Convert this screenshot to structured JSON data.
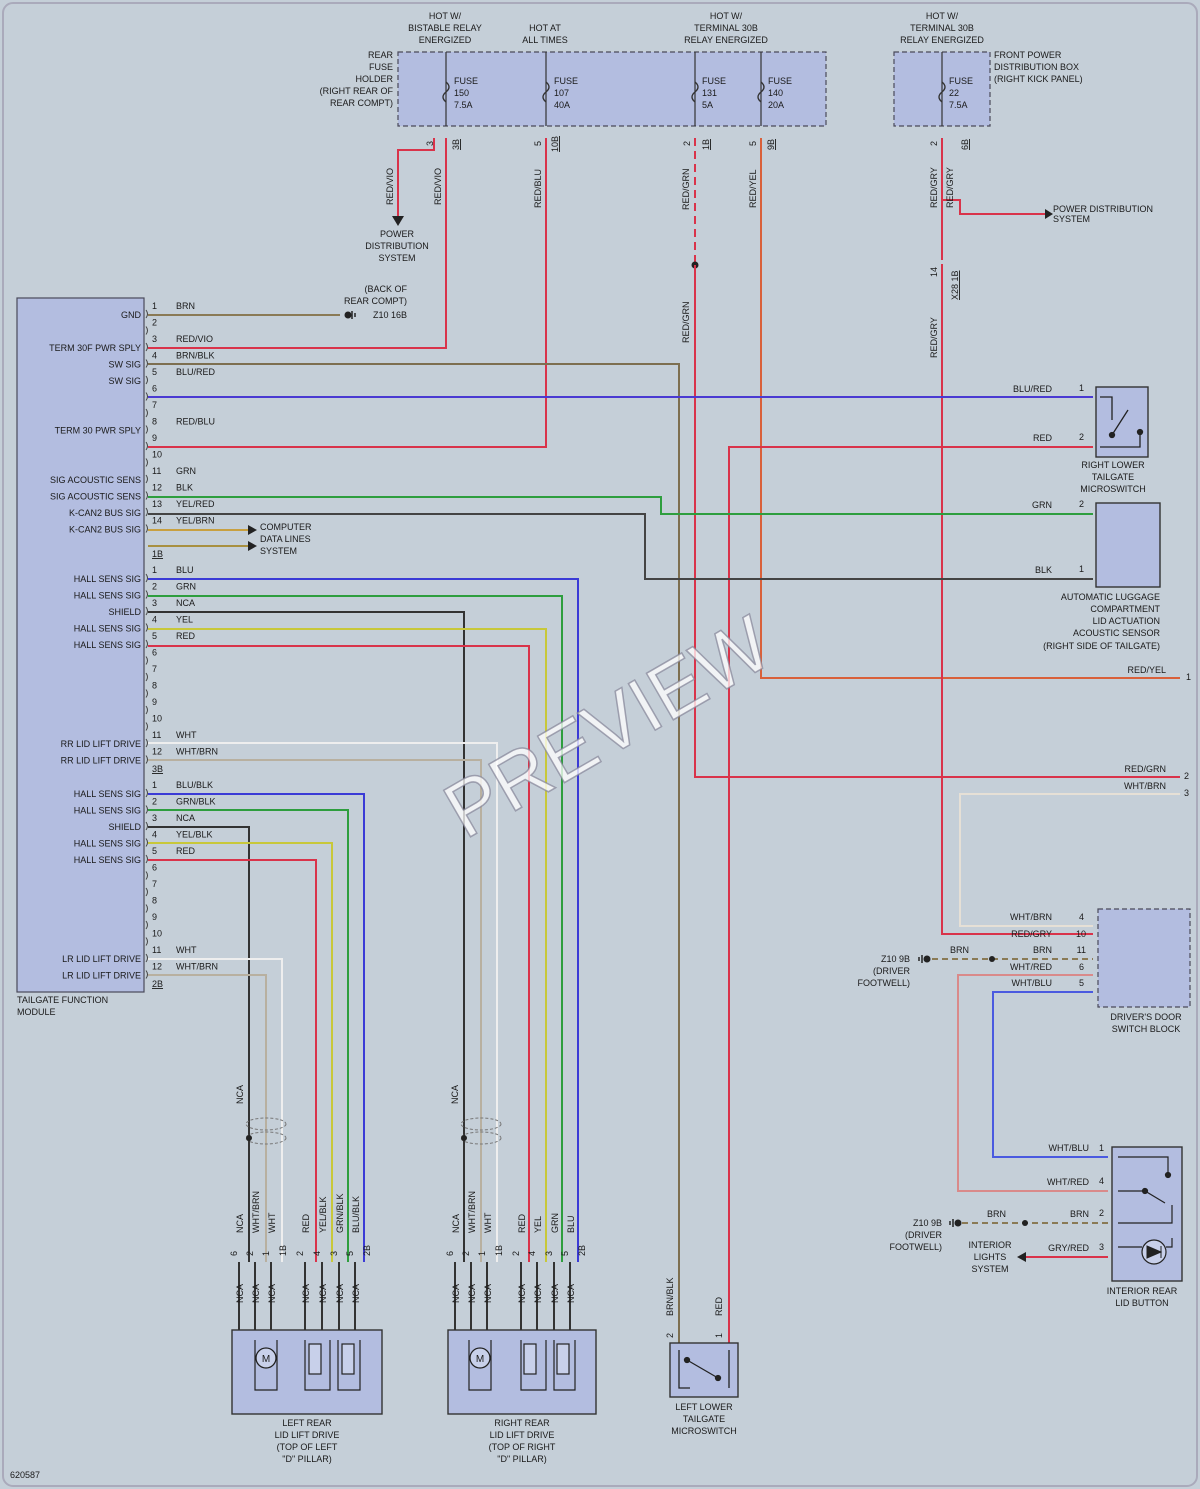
{
  "fuse_box": {
    "rear_holder_label": [
      "REAR",
      "FUSE",
      "HOLDER",
      "(RIGHT REAR OF",
      "REAR COMPT)"
    ],
    "front_box_label": [
      "FRONT POWER",
      "DISTRIBUTION BOX",
      "(RIGHT KICK PANEL)"
    ],
    "hot_labels": [
      [
        "HOT W/",
        "BISTABLE RELAY",
        "ENERGIZED"
      ],
      [
        "HOT AT",
        "ALL TIMES"
      ],
      [
        "HOT W/",
        "TERMINAL 30B",
        "RELAY ENERGIZED"
      ],
      [
        "HOT W/",
        "TERMINAL 30B",
        "RELAY ENERGIZED"
      ]
    ],
    "fuses": [
      {
        "lines": [
          "FUSE",
          "150",
          "7.5A"
        ],
        "pin": "3",
        "conn": "3B"
      },
      {
        "lines": [
          "FUSE",
          "107",
          "40A"
        ],
        "pin": "5",
        "conn": "10B"
      },
      {
        "lines": [
          "FUSE",
          "131",
          "5A"
        ],
        "pin": "2",
        "conn": "1B"
      },
      {
        "lines": [
          "FUSE",
          "140",
          "20A"
        ],
        "pin": "5",
        "conn": "9B"
      },
      {
        "lines": [
          "FUSE",
          "22",
          "7.5A"
        ],
        "pin": "2",
        "conn": "6B"
      }
    ]
  },
  "power_distribution": {
    "left": [
      "POWER",
      "DISTRIBUTION",
      "SYSTEM"
    ],
    "right": [
      "POWER DISTRIBUTION",
      "SYSTEM"
    ]
  },
  "ground_z10_16b": [
    "(BACK OF",
    "REAR COMPT)",
    "Z10 16B"
  ],
  "computer_data": [
    "COMPUTER",
    "DATA LINES",
    "SYSTEM"
  ],
  "module": {
    "name": [
      "TAILGATE FUNCTION",
      "MODULE"
    ],
    "conn1_pins": [
      {
        "pin": "1",
        "func": "GND",
        "wire": "BRN"
      },
      {
        "pin": "2",
        "func": "",
        "wire": ""
      },
      {
        "pin": "3",
        "func": "TERM 30F PWR SPLY",
        "wire": "RED/VIO"
      },
      {
        "pin": "4",
        "func": "SW SIG",
        "wire": "BRN/BLK"
      },
      {
        "pin": "5",
        "func": "SW SIG",
        "wire": "BLU/RED"
      },
      {
        "pin": "6",
        "func": "",
        "wire": ""
      },
      {
        "pin": "7",
        "func": "",
        "wire": ""
      },
      {
        "pin": "8",
        "func": "TERM 30 PWR SPLY",
        "wire": "RED/BLU"
      },
      {
        "pin": "9",
        "func": "",
        "wire": ""
      },
      {
        "pin": "10",
        "func": "",
        "wire": ""
      },
      {
        "pin": "11",
        "func": "SIG ACOUSTIC SENS",
        "wire": "GRN"
      },
      {
        "pin": "12",
        "func": "SIG ACOUSTIC SENS",
        "wire": "BLK"
      },
      {
        "pin": "13",
        "func": "K-CAN2 BUS SIG",
        "wire": "YEL/RED"
      },
      {
        "pin": "14",
        "func": "K-CAN2 BUS SIG",
        "wire": "YEL/BRN"
      }
    ],
    "conn1_name": "1B",
    "conn2_pins": [
      {
        "pin": "1",
        "func": "HALL SENS SIG",
        "wire": "BLU"
      },
      {
        "pin": "2",
        "func": "HALL SENS SIG",
        "wire": "GRN"
      },
      {
        "pin": "3",
        "func": "SHIELD",
        "wire": "NCA"
      },
      {
        "pin": "4",
        "func": "HALL SENS SIG",
        "wire": "YEL"
      },
      {
        "pin": "5",
        "func": "HALL SENS SIG",
        "wire": "RED"
      },
      {
        "pin": "6",
        "func": "",
        "wire": ""
      },
      {
        "pin": "7",
        "func": "",
        "wire": ""
      },
      {
        "pin": "8",
        "func": "",
        "wire": ""
      },
      {
        "pin": "9",
        "func": "",
        "wire": ""
      },
      {
        "pin": "10",
        "func": "",
        "wire": ""
      },
      {
        "pin": "11",
        "func": "RR LID LIFT DRIVE",
        "wire": "WHT"
      },
      {
        "pin": "12",
        "func": "RR LID LIFT DRIVE",
        "wire": "WHT/BRN"
      }
    ],
    "conn2_name": "3B",
    "conn3_pins": [
      {
        "pin": "1",
        "func": "HALL SENS SIG",
        "wire": "BLU/BLK"
      },
      {
        "pin": "2",
        "func": "HALL SENS SIG",
        "wire": "GRN/BLK"
      },
      {
        "pin": "3",
        "func": "SHIELD",
        "wire": "NCA"
      },
      {
        "pin": "4",
        "func": "HALL SENS SIG",
        "wire": "YEL/BLK"
      },
      {
        "pin": "5",
        "func": "HALL SENS SIG",
        "wire": "RED"
      },
      {
        "pin": "6",
        "func": "",
        "wire": ""
      },
      {
        "pin": "7",
        "func": "",
        "wire": ""
      },
      {
        "pin": "8",
        "func": "",
        "wire": ""
      },
      {
        "pin": "9",
        "func": "",
        "wire": ""
      },
      {
        "pin": "10",
        "func": "",
        "wire": ""
      },
      {
        "pin": "11",
        "func": "LR LID LIFT DRIVE",
        "wire": "WHT"
      },
      {
        "pin": "12",
        "func": "LR LID LIFT DRIVE",
        "wire": "WHT/BRN"
      }
    ],
    "conn3_name": "2B"
  },
  "riser_labels": [
    "RED/VIO",
    "RED/VIO",
    "RED/BLU",
    "RED/GRN",
    "RED/YEL",
    "RED/GRY",
    "RED/GRY",
    "RED/GRN",
    "RED/GRY"
  ],
  "x28_label": [
    "14",
    "X28 1B"
  ],
  "right_lower_switch": {
    "name": [
      "RIGHT LOWER",
      "TAILGATE",
      "MICROSWITCH"
    ],
    "pins": [
      {
        "pin": "1",
        "wire": "BLU/RED"
      },
      {
        "pin": "2",
        "wire": "RED"
      }
    ]
  },
  "acoustic_sensor": {
    "name": [
      "AUTOMATIC LUGGAGE",
      "COMPARTMENT",
      "LID ACTUATION",
      "ACOUSTIC SENSOR",
      "(RIGHT SIDE OF TAILGATE)"
    ],
    "pins": [
      {
        "pin": "2",
        "wire": "GRN"
      },
      {
        "pin": "1",
        "wire": "BLK"
      }
    ]
  },
  "offpage": [
    {
      "wire": "RED/YEL",
      "ref": "1"
    },
    {
      "wire": "RED/GRN",
      "ref": "2"
    },
    {
      "wire": "WHT/BRN",
      "ref": "3"
    }
  ],
  "door_switch_block": {
    "name": [
      "DRIVER'S DOOR",
      "SWITCH BLOCK"
    ],
    "pins": [
      {
        "pin": "4",
        "wire": "WHT/BRN"
      },
      {
        "pin": "10",
        "wire": "RED/GRY"
      },
      {
        "pin": "11",
        "wire": "BRN"
      },
      {
        "pin": "6",
        "wire": "WHT/RED"
      },
      {
        "pin": "5",
        "wire": "WHT/BLU"
      }
    ]
  },
  "ground_z10_9b": [
    "Z10 9B",
    "(DRIVER",
    "FOOTWELL)"
  ],
  "interior_lid_button": {
    "name": [
      "INTERIOR REAR",
      "LID BUTTON"
    ],
    "pins": [
      {
        "pin": "1",
        "wire": "WHT/BLU"
      },
      {
        "pin": "4",
        "wire": "WHT/RED"
      },
      {
        "pin": "2",
        "wire": "BRN"
      },
      {
        "pin": "3",
        "wire": "GRY/RED"
      }
    ],
    "lights_label": [
      "INTERIOR",
      "LIGHTS",
      "SYSTEM"
    ]
  },
  "left_drive": {
    "name": [
      "LEFT REAR",
      "LID LIFT DRIVE",
      "(TOP OF LEFT",
      "\"D\" PILLAR)"
    ],
    "upper_wires": [
      "NCA",
      "WHT/BRN",
      "WHT",
      "RED",
      "YEL/BLK",
      "GRN/BLK",
      "BLU/BLK"
    ],
    "pins": [
      "6",
      "2",
      "1",
      "1B",
      "2",
      "4",
      "3",
      "5",
      "2B"
    ],
    "lower_wires": [
      "NCA",
      "NCA",
      "NCA",
      "NCA",
      "NCA",
      "NCA",
      "NCA"
    ]
  },
  "right_drive": {
    "name": [
      "RIGHT REAR",
      "LID LIFT DRIVE",
      "(TOP OF RIGHT",
      "\"D\" PILLAR)"
    ],
    "upper_wires": [
      "NCA",
      "WHT/BRN",
      "WHT",
      "RED",
      "YEL",
      "GRN",
      "BLU"
    ],
    "pins": [
      "6",
      "2",
      "1",
      "1B",
      "2",
      "4",
      "3",
      "5",
      "2B"
    ],
    "lower_wires": [
      "NCA",
      "NCA",
      "NCA",
      "NCA",
      "NCA",
      "NCA",
      "NCA"
    ]
  },
  "left_lower_switch": {
    "name": [
      "LEFT LOWER",
      "TAILGATE",
      "MICROSWITCH"
    ],
    "wires": [
      {
        "pin": "2",
        "wire": "BRN/BLK"
      },
      {
        "pin": "1",
        "wire": "RED"
      }
    ]
  },
  "shield_label": "NCA",
  "motor_symbol": "M",
  "diagram_id": "620587",
  "watermark": "PREVIEW",
  "colors": {
    "background": "#c5cfd8",
    "box_fill": "#b3bde0",
    "wire_red": "#d9334a",
    "wire_blue": "#3b3bd6",
    "wire_green": "#2e9e3e",
    "wire_yellow": "#c8c83a",
    "wire_brown": "#8a7a55",
    "wire_black": "#333333",
    "wire_orange": "#d9603a",
    "wire_white": "#f2f2f2"
  }
}
